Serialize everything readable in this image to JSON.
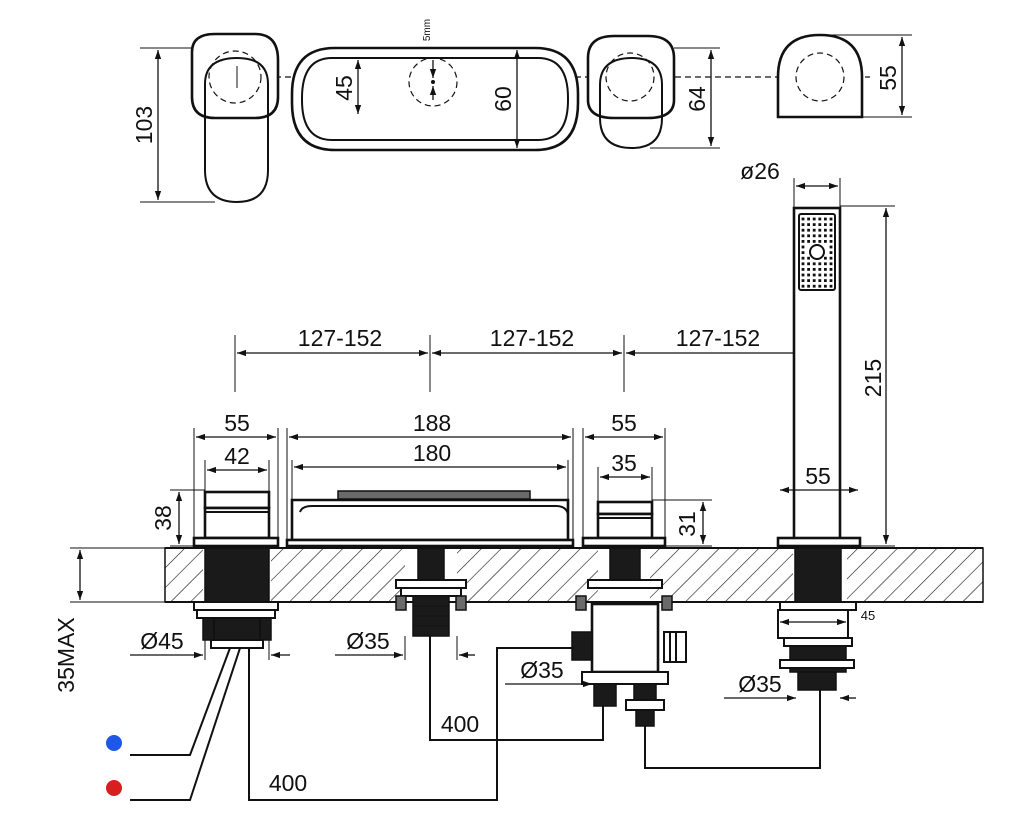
{
  "top_view": {
    "dim_height_lever": "103",
    "dim_spout_small": "45",
    "dim_spout_large": "60",
    "dim_offset": "5mm",
    "dim_lever_right": "64",
    "dim_handshower_top": "55"
  },
  "side_view": {
    "spacing_1": "127-152",
    "spacing_2": "127-152",
    "spacing_3": "127-152",
    "lever_left_outer": "55",
    "lever_left_inner": "42",
    "lever_left_height": "38",
    "spout_outer": "188",
    "spout_inner": "180",
    "lever_right_outer": "55",
    "lever_right_inner": "35",
    "lever_right_height": "31",
    "handshower_diameter": "ø26",
    "handshower_height": "215",
    "handshower_base": "55",
    "handshower_nut": "45"
  },
  "under_deck": {
    "deck_thickness_max": "35MAX",
    "hole_left": "Ø45",
    "hole_spout": "Ø35",
    "hole_valve": "Ø35",
    "hole_handshower": "Ø35",
    "hose_length_1": "400",
    "hose_length_2": "400"
  },
  "supply": {
    "cold_color": "#1f57e6",
    "hot_color": "#d81e1e"
  }
}
